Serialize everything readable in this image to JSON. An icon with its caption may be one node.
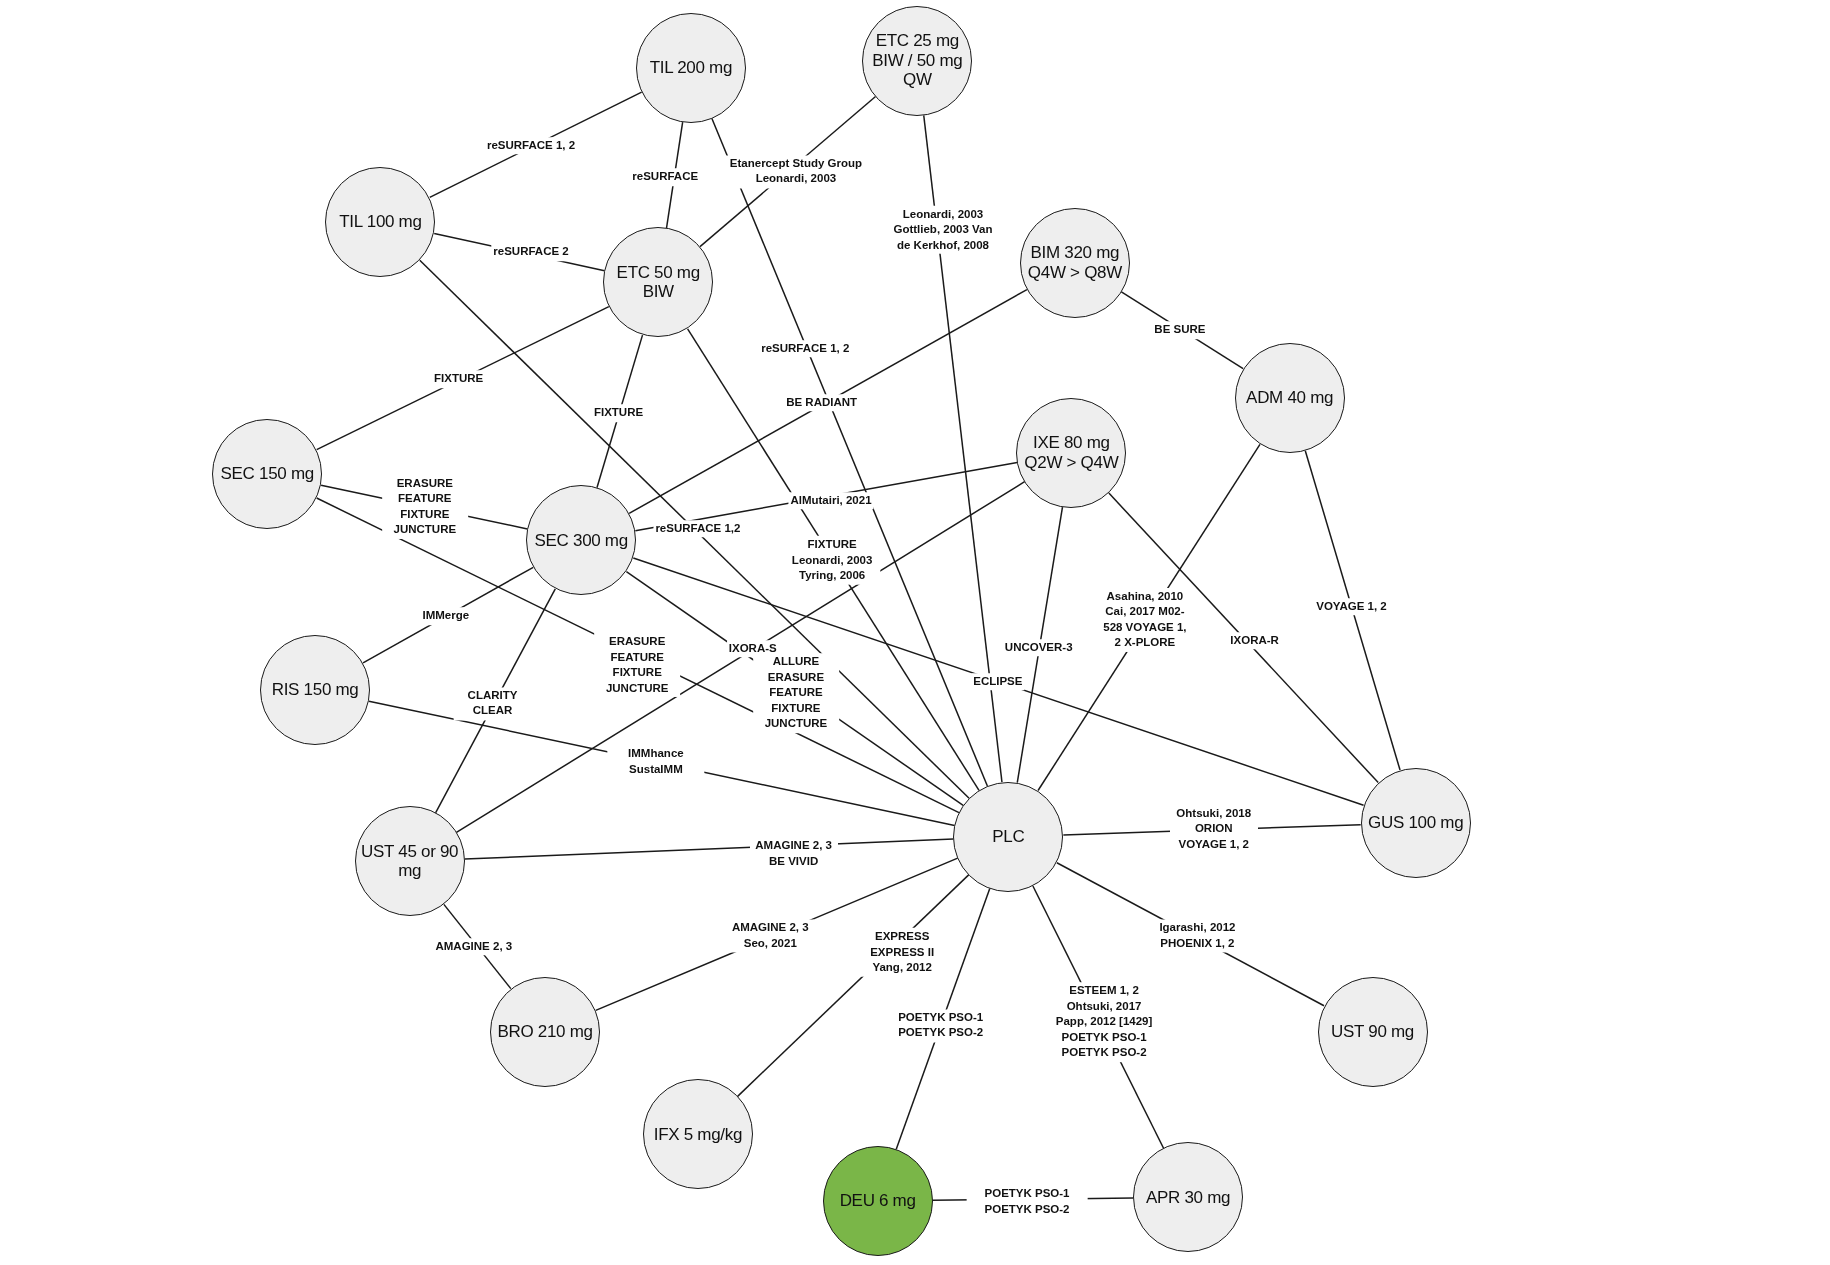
{
  "diagram": {
    "nodes": [
      {
        "text": [
          "TIL 200 mg"
        ]
      },
      {
        "text": [
          "ETC 25 mg BIW / 50 mg QW"
        ]
      },
      {
        "text": [
          "TIL 100 mg"
        ]
      },
      {
        "text": [
          "ETC 50 mg BIW"
        ]
      },
      {
        "text": [
          "BIM 320 mg Q4W > Q8W"
        ]
      },
      {
        "text": [
          "ADM 40 mg"
        ]
      },
      {
        "text": [
          "SEC 150 mg"
        ]
      },
      {
        "text": [
          "IXE 80 mg Q2W > Q4W"
        ]
      },
      {
        "text": [
          "SEC 300 mg"
        ]
      },
      {
        "text": [
          "RIS 150 mg"
        ]
      },
      {
        "text": [
          "UST 45 or 90 mg"
        ]
      },
      {
        "text": [
          "PLC"
        ]
      },
      {
        "text": [
          "GUS 100 mg"
        ]
      },
      {
        "text": [
          "BRO 210 mg"
        ]
      },
      {
        "text": [
          "UST 90 mg"
        ]
      },
      {
        "text": [
          "IFX 5 mg/kg"
        ]
      },
      {
        "text": [
          "DEU 6 mg"
        ]
      },
      {
        "text": [
          "APR 30 mg"
        ]
      }
    ],
    "edges": [
      {
        "from": 2,
        "to": 0,
        "arrow": "none",
        "label": "reSURFACE 1, 2"
      },
      {
        "from": 0,
        "to": 3,
        "arrow": "none",
        "label": "reSURFACE"
      },
      {
        "from": 1,
        "to": 3,
        "arrow": "none",
        "label": "Etanercept Study Group Leonardi, 2003"
      },
      {
        "from": 2,
        "to": 3,
        "arrow": "none",
        "label": "reSURFACE 2"
      },
      {
        "from": 0,
        "to": 11,
        "arrow": "none",
        "label": "reSURFACE 1, 2"
      },
      {
        "from": 1,
        "to": 11,
        "arrow": "none",
        "label": "Leonardi, 2003 Gottlieb, 2003 Van de Kerkhof, 2008"
      },
      {
        "from": 2,
        "to": 11,
        "arrow": "none",
        "label": "reSURFACE 1,2"
      },
      {
        "from": 3,
        "to": 6,
        "arrow": "none",
        "label": "FIXTURE"
      },
      {
        "from": 3,
        "to": 8,
        "arrow": "none",
        "label": "FIXTURE"
      },
      {
        "from": 3,
        "to": 11,
        "arrow": "none",
        "label": "FIXTURE Leonardi, 2003 Tyring, 2006"
      },
      {
        "from": 4,
        "to": 8,
        "arrow": "none",
        "label": "BE RADIANT"
      },
      {
        "from": 4,
        "to": 5,
        "arrow": "none",
        "label": "BE SURE"
      },
      {
        "from": 6,
        "to": 8,
        "arrow": "none",
        "label": "ERASURE FEATURE FIXTURE JUNCTURE"
      },
      {
        "from": 6,
        "to": 11,
        "arrow": "none",
        "label": "ERASURE FEATURE FIXTURE JUNCTURE"
      },
      {
        "from": 7,
        "to": 8,
        "arrow": "none",
        "label": "AlMutairi, 2021"
      },
      {
        "from": 7,
        "to": 10,
        "arrow": "none",
        "label": "IXORA-S"
      },
      {
        "from": 7,
        "to": 11,
        "arrow": "none",
        "label": "UNCOVER-3"
      },
      {
        "from": 7,
        "to": 12,
        "arrow": "none",
        "label": "IXORA-R"
      },
      {
        "from": 8,
        "to": 9,
        "arrow": "none",
        "label": "IMMerge"
      },
      {
        "from": 8,
        "to": 10,
        "arrow": "none",
        "label": "CLARITY CLEAR"
      },
      {
        "from": 8,
        "to": 11,
        "arrow": "none",
        "label": "ALLURE ERASURE FEATURE FIXTURE JUNCTURE"
      },
      {
        "from": 8,
        "to": 12,
        "arrow": "none",
        "label": "ECLIPSE"
      },
      {
        "from": 5,
        "to": 11,
        "arrow": "none",
        "label": "Asahina, 2010 Cai, 2017 M02-528 VOYAGE 1, 2 X-PLORE"
      },
      {
        "from": 5,
        "to": 12,
        "arrow": "none",
        "label": "VOYAGE 1, 2"
      },
      {
        "from": 9,
        "to": 11,
        "arrow": "none",
        "label": "IMMhance SustaIMM"
      },
      {
        "from": 10,
        "to": 11,
        "arrow": "none",
        "label": "AMAGINE 2, 3 BE VIVID"
      },
      {
        "from": 10,
        "to": 13,
        "arrow": "none",
        "label": "AMAGINE 2, 3"
      },
      {
        "from": 13,
        "to": 11,
        "arrow": "none",
        "label": "AMAGINE 2, 3 Seo, 2021"
      },
      {
        "from": 15,
        "to": 11,
        "arrow": "none",
        "label": "EXPRESS EXPRESS II Yang, 2012"
      },
      {
        "from": 16,
        "to": 11,
        "arrow": "none",
        "label": "POETYK PSO-1 POETYK PSO-2"
      },
      {
        "from": 17,
        "to": 11,
        "arrow": "none",
        "label": "ESTEEM 1, 2 Ohtsuki, 2017 Papp, 2012 [1429] POETYK PSO-1 POETYK PSO-2"
      },
      {
        "from": 12,
        "to": 11,
        "arrow": "none",
        "label": "Ohtsuki, 2018 ORION VOYAGE 1, 2"
      },
      {
        "from": 14,
        "to": 11,
        "arrow": "none",
        "label": "Igarashi, 2012 PHOENIX 1, 2"
      },
      {
        "from": 16,
        "to": 17,
        "arrow": "none",
        "label": "POETYK PSO-1 POETYK PSO-2"
      }
    ]
  }
}
